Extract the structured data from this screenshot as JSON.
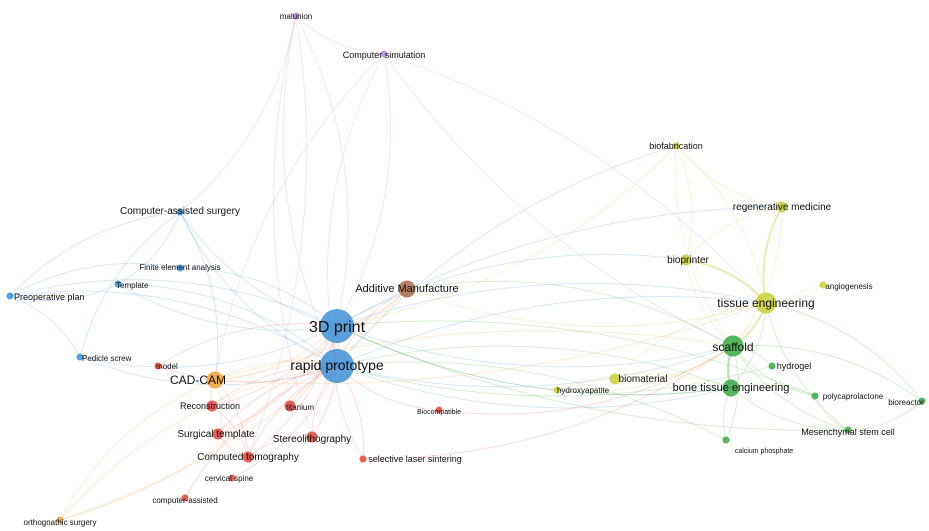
{
  "colors": {
    "blue": "#3f8fd6",
    "red": "#e0463e",
    "orange": "#f0a23a",
    "green": "#3aa845",
    "yellow": "#c9cf3a",
    "purple": "#b58bd6",
    "brown": "#a86a4a",
    "link_blue": "#6aa8e0",
    "link_red": "#ef7a72",
    "link_green": "#6fbf5a",
    "link_yellow": "#d8d86a",
    "link_purple": "#c7a6e0",
    "link_orange": "#f3b86a"
  },
  "nodes": [
    {
      "id": "print3d",
      "label": "3D print",
      "cluster": "blue",
      "weight": 5
    },
    {
      "id": "rapid",
      "label": "rapid prototype",
      "cluster": "blue",
      "weight": 5
    },
    {
      "id": "cas",
      "label": "Computer-assisted surgery",
      "cluster": "blue",
      "weight": 1
    },
    {
      "id": "fea",
      "label": "Finite element analysis",
      "cluster": "blue",
      "weight": 1
    },
    {
      "id": "template",
      "label": "Template",
      "cluster": "blue",
      "weight": 1
    },
    {
      "id": "preop",
      "label": "Preoperative plan",
      "cluster": "blue",
      "weight": 1
    },
    {
      "id": "pedicle",
      "label": "Pedicle screw",
      "cluster": "blue",
      "weight": 1
    },
    {
      "id": "malunion",
      "label": "malunion",
      "cluster": "purple",
      "weight": 1
    },
    {
      "id": "compsim",
      "label": "Computer simulation",
      "cluster": "purple",
      "weight": 1
    },
    {
      "id": "additive",
      "label": "Additive Manufacture",
      "cluster": "brown",
      "weight": 3
    },
    {
      "id": "cadcam",
      "label": "CAD-CAM",
      "cluster": "orange",
      "weight": 3
    },
    {
      "id": "model",
      "label": "model",
      "cluster": "red",
      "weight": 1
    },
    {
      "id": "recon",
      "label": "Reconstruction",
      "cluster": "red",
      "weight": 2
    },
    {
      "id": "titanium",
      "label": "titanium",
      "cluster": "red",
      "weight": 2
    },
    {
      "id": "surgtemp",
      "label": "Surgical template",
      "cluster": "red",
      "weight": 2
    },
    {
      "id": "stereo",
      "label": "Stereolithography",
      "cluster": "red",
      "weight": 2
    },
    {
      "id": "ct",
      "label": "Computed tomography",
      "cluster": "red",
      "weight": 2
    },
    {
      "id": "cervical",
      "label": "cervical spine",
      "cluster": "red",
      "weight": 1
    },
    {
      "id": "compassist",
      "label": "computer-assisted",
      "cluster": "red",
      "weight": 1
    },
    {
      "id": "biocompat",
      "label": "Biocompatible",
      "cluster": "red",
      "weight": 1
    },
    {
      "id": "sls",
      "label": "selective laser sintering",
      "cluster": "red",
      "weight": 1
    },
    {
      "id": "orthog",
      "label": "orthognathic surgery",
      "cluster": "orange",
      "weight": 1
    },
    {
      "id": "biofab",
      "label": "biofabrication",
      "cluster": "yellow",
      "weight": 1
    },
    {
      "id": "regen",
      "label": "regenerative medicine",
      "cluster": "yellow",
      "weight": 2
    },
    {
      "id": "bioprinter",
      "label": "bioprinter",
      "cluster": "yellow",
      "weight": 2
    },
    {
      "id": "angio",
      "label": "angiogenesis",
      "cluster": "yellow",
      "weight": 1
    },
    {
      "id": "tissue",
      "label": "tissue engineering",
      "cluster": "yellow",
      "weight": 4
    },
    {
      "id": "biomat",
      "label": "biomaterial",
      "cluster": "yellow",
      "weight": 2
    },
    {
      "id": "hydroxy",
      "label": "hydroxyapatite",
      "cluster": "yellow",
      "weight": 1
    },
    {
      "id": "scaffold",
      "label": "scaffold",
      "cluster": "green",
      "weight": 4
    },
    {
      "id": "hydrogel",
      "label": "hydrogel",
      "cluster": "green",
      "weight": 1
    },
    {
      "id": "bte",
      "label": "bone tissue engineering",
      "cluster": "green",
      "weight": 3
    },
    {
      "id": "pcl",
      "label": "polycaprolactone",
      "cluster": "green",
      "weight": 1
    },
    {
      "id": "bioreactor",
      "label": "bioreactor",
      "cluster": "green",
      "weight": 1
    },
    {
      "id": "msc",
      "label": "Mesenchymal stem cell",
      "cluster": "green",
      "weight": 1
    },
    {
      "id": "capo4",
      "label": "calcium phosphate",
      "cluster": "green",
      "weight": 1
    }
  ],
  "links": [
    {
      "from": "print3d",
      "to": "rapid",
      "color": "link_blue"
    },
    {
      "from": "print3d",
      "to": "cas",
      "color": "link_blue"
    },
    {
      "from": "print3d",
      "to": "fea",
      "color": "link_blue"
    },
    {
      "from": "print3d",
      "to": "template",
      "color": "link_blue"
    },
    {
      "from": "print3d",
      "to": "preop",
      "color": "link_blue"
    },
    {
      "from": "print3d",
      "to": "pedicle",
      "color": "link_blue"
    },
    {
      "from": "rapid",
      "to": "preop",
      "color": "link_blue"
    },
    {
      "from": "rapid",
      "to": "cas",
      "color": "link_blue"
    },
    {
      "from": "rapid",
      "to": "template",
      "color": "link_blue"
    },
    {
      "from": "rapid",
      "to": "pedicle",
      "color": "link_blue"
    },
    {
      "from": "cas",
      "to": "preop",
      "color": "link_blue"
    },
    {
      "from": "cas",
      "to": "template",
      "color": "link_blue"
    },
    {
      "from": "cas",
      "to": "pedicle",
      "color": "link_blue"
    },
    {
      "from": "cas",
      "to": "cadcam",
      "color": "link_blue"
    },
    {
      "from": "preop",
      "to": "template",
      "color": "link_blue"
    },
    {
      "from": "preop",
      "to": "pedicle",
      "color": "link_blue"
    },
    {
      "from": "fea",
      "to": "preop",
      "color": "link_blue"
    },
    {
      "from": "print3d",
      "to": "tissue",
      "color": "link_blue"
    },
    {
      "from": "print3d",
      "to": "scaffold",
      "color": "link_blue"
    },
    {
      "from": "print3d",
      "to": "bioprinter",
      "color": "link_blue"
    },
    {
      "from": "print3d",
      "to": "bte",
      "color": "link_blue"
    },
    {
      "from": "print3d",
      "to": "regen",
      "color": "link_blue"
    },
    {
      "from": "rapid",
      "to": "scaffold",
      "color": "link_blue"
    },
    {
      "from": "rapid",
      "to": "tissue",
      "color": "link_blue"
    },
    {
      "from": "rapid",
      "to": "bte",
      "color": "link_blue"
    },
    {
      "from": "rapid",
      "to": "biofab",
      "color": "link_blue"
    },
    {
      "from": "print3d",
      "to": "malunion",
      "color": "link_purple"
    },
    {
      "from": "rapid",
      "to": "malunion",
      "color": "link_purple"
    },
    {
      "from": "print3d",
      "to": "compsim",
      "color": "link_purple"
    },
    {
      "from": "rapid",
      "to": "compsim",
      "color": "link_purple"
    },
    {
      "from": "malunion",
      "to": "compsim",
      "color": "link_purple"
    },
    {
      "from": "malunion",
      "to": "cas",
      "color": "link_purple"
    },
    {
      "from": "malunion",
      "to": "stereo",
      "color": "link_purple"
    },
    {
      "from": "malunion",
      "to": "ct",
      "color": "link_purple"
    },
    {
      "from": "compsim",
      "to": "scaffold",
      "color": "link_purple"
    },
    {
      "from": "compsim",
      "to": "tissue",
      "color": "link_purple"
    },
    {
      "from": "compsim",
      "to": "cadcam",
      "color": "link_purple"
    },
    {
      "from": "additive",
      "to": "print3d",
      "color": "link_red"
    },
    {
      "from": "additive",
      "to": "rapid",
      "color": "link_red"
    },
    {
      "from": "additive",
      "to": "scaffold",
      "color": "link_green"
    },
    {
      "from": "additive",
      "to": "tissue",
      "color": "link_yellow"
    },
    {
      "from": "additive",
      "to": "cadcam",
      "color": "link_orange"
    },
    {
      "from": "cadcam",
      "to": "print3d",
      "color": "link_orange"
    },
    {
      "from": "cadcam",
      "to": "rapid",
      "color": "link_orange"
    },
    {
      "from": "cadcam",
      "to": "orthog",
      "color": "link_orange"
    },
    {
      "from": "cadcam",
      "to": "surgtemp",
      "color": "link_orange"
    },
    {
      "from": "cadcam",
      "to": "tissue",
      "color": "link_orange"
    },
    {
      "from": "cadcam",
      "to": "scaffold",
      "color": "link_orange"
    },
    {
      "from": "orthog",
      "to": "print3d",
      "color": "link_orange"
    },
    {
      "from": "orthog",
      "to": "rapid",
      "color": "link_orange"
    },
    {
      "from": "orthog",
      "to": "additive",
      "color": "link_orange"
    },
    {
      "from": "model",
      "to": "print3d",
      "color": "link_red"
    },
    {
      "from": "model",
      "to": "rapid",
      "color": "link_red"
    },
    {
      "from": "recon",
      "to": "rapid",
      "color": "link_red"
    },
    {
      "from": "recon",
      "to": "print3d",
      "color": "link_red"
    },
    {
      "from": "titanium",
      "to": "rapid",
      "color": "link_red"
    },
    {
      "from": "titanium",
      "to": "print3d",
      "color": "link_red"
    },
    {
      "from": "surgtemp",
      "to": "rapid",
      "color": "link_red"
    },
    {
      "from": "surgtemp",
      "to": "print3d",
      "color": "link_red"
    },
    {
      "from": "stereo",
      "to": "rapid",
      "color": "link_red"
    },
    {
      "from": "stereo",
      "to": "print3d",
      "color": "link_red"
    },
    {
      "from": "ct",
      "to": "rapid",
      "color": "link_red"
    },
    {
      "from": "ct",
      "to": "print3d",
      "color": "link_red"
    },
    {
      "from": "ct",
      "to": "stereo",
      "color": "link_red"
    },
    {
      "from": "cervical",
      "to": "rapid",
      "color": "link_red"
    },
    {
      "from": "compassist",
      "to": "rapid",
      "color": "link_red"
    },
    {
      "from": "sls",
      "to": "rapid",
      "color": "link_red"
    },
    {
      "from": "sls",
      "to": "print3d",
      "color": "link_red"
    },
    {
      "from": "sls",
      "to": "scaffold",
      "color": "link_red"
    },
    {
      "from": "biocompat",
      "to": "rapid",
      "color": "link_red"
    },
    {
      "from": "biocompat",
      "to": "scaffold",
      "color": "link_red"
    },
    {
      "from": "recon",
      "to": "ct",
      "color": "link_red"
    },
    {
      "from": "surgtemp",
      "to": "ct",
      "color": "link_red"
    },
    {
      "from": "cadcam",
      "to": "ct",
      "color": "link_red"
    },
    {
      "from": "cadcam",
      "to": "recon",
      "color": "link_red"
    },
    {
      "from": "biofab",
      "to": "tissue",
      "color": "link_yellow"
    },
    {
      "from": "biofab",
      "to": "scaffold",
      "color": "link_yellow"
    },
    {
      "from": "biofab",
      "to": "bioprinter",
      "color": "link_yellow"
    },
    {
      "from": "biofab",
      "to": "regen",
      "color": "link_yellow"
    },
    {
      "from": "biofab",
      "to": "print3d",
      "color": "link_yellow"
    },
    {
      "from": "regen",
      "to": "tissue",
      "color": "link_yellow",
      "thick": true
    },
    {
      "from": "regen",
      "to": "scaffold",
      "color": "link_yellow"
    },
    {
      "from": "regen",
      "to": "bioprinter",
      "color": "link_yellow"
    },
    {
      "from": "bioprinter",
      "to": "tissue",
      "color": "link_yellow",
      "thick": true
    },
    {
      "from": "bioprinter",
      "to": "scaffold",
      "color": "link_yellow"
    },
    {
      "from": "angio",
      "to": "tissue",
      "color": "link_yellow"
    },
    {
      "from": "angio",
      "to": "scaffold",
      "color": "link_yellow"
    },
    {
      "from": "tissue",
      "to": "scaffold",
      "color": "link_yellow",
      "thick": true
    },
    {
      "from": "biomat",
      "to": "scaffold",
      "color": "link_yellow"
    },
    {
      "from": "biomat",
      "to": "tissue",
      "color": "link_yellow"
    },
    {
      "from": "hydroxy",
      "to": "scaffold",
      "color": "link_yellow"
    },
    {
      "from": "hydroxy",
      "to": "bte",
      "color": "link_yellow"
    },
    {
      "from": "scaffold",
      "to": "bte",
      "color": "link_green",
      "thick": true
    },
    {
      "from": "scaffold",
      "to": "hydrogel",
      "color": "link_green"
    },
    {
      "from": "scaffold",
      "to": "pcl",
      "color": "link_green"
    },
    {
      "from": "scaffold",
      "to": "bioreactor",
      "color": "link_green"
    },
    {
      "from": "scaffold",
      "to": "msc",
      "color": "link_green"
    },
    {
      "from": "scaffold",
      "to": "capo4",
      "color": "link_green"
    },
    {
      "from": "bte",
      "to": "msc",
      "color": "link_green"
    },
    {
      "from": "bte",
      "to": "pcl",
      "color": "link_green"
    },
    {
      "from": "bte",
      "to": "capo4",
      "color": "link_green"
    },
    {
      "from": "bte",
      "to": "print3d",
      "color": "link_green"
    },
    {
      "from": "bte",
      "to": "rapid",
      "color": "link_green"
    },
    {
      "from": "msc",
      "to": "pcl",
      "color": "link_green"
    },
    {
      "from": "msc",
      "to": "bioreactor",
      "color": "link_green"
    },
    {
      "from": "msc",
      "to": "print3d",
      "color": "link_green"
    },
    {
      "from": "pcl",
      "to": "print3d",
      "color": "link_green"
    },
    {
      "from": "hydrogel",
      "to": "rapid",
      "color": "link_green"
    },
    {
      "from": "capo4",
      "to": "rapid",
      "color": "link_green"
    },
    {
      "from": "tissue",
      "to": "bte",
      "color": "link_green"
    },
    {
      "from": "tissue",
      "to": "msc",
      "color": "link_green"
    },
    {
      "from": "tissue",
      "to": "bioreactor",
      "color": "link_green"
    }
  ]
}
